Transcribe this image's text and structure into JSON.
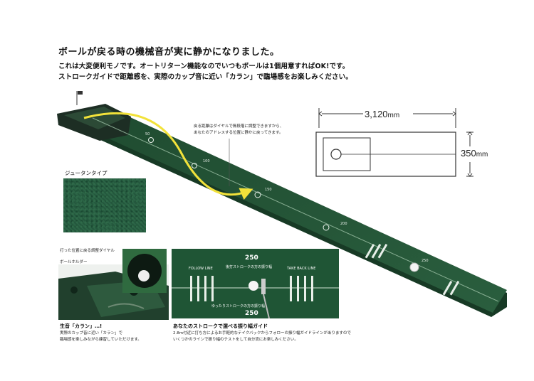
{
  "headline": "ボールが戻る時の機械音が実に静かになりました。",
  "sub_lines": [
    "これは大変便利モノです。オートリターン機能なのでいつもボールは1個用意すればOK!です。",
    "ストロークガイドで距離感を、実際のカップ音に近い「カラン」で臨場感をお楽しみください。"
  ],
  "return_note": [
    "戻る距離はダイヤルで無段階に調整できますから、",
    "あなたのアドレスする位置に静かに戻ってきます。"
  ],
  "mat_marks": [
    "50",
    "100",
    "150",
    "200",
    "250"
  ],
  "dims": {
    "length": "3,120",
    "width": "350",
    "unit": "mm"
  },
  "carpet_label": "ジュータンタイプ",
  "dial_label": "打った位置に戻る調整ダイヤル",
  "holder_label": "ボールホルダー",
  "karan": {
    "title": "生音「カラン」…!",
    "lines": [
      "実際のカップ音に近い「カラン」で",
      "臨場感を楽しみながら練習していただけます。"
    ]
  },
  "closeup": {
    "top_num": "250",
    "bottom_num": "250",
    "follow": "FOLLOW LINE",
    "takeback": "TAKE BACK LINE",
    "top_note": "後打ストロークの方の振り幅",
    "bottom_note": "ゆったりストロークの方の振り幅"
  },
  "stroke": {
    "title": "あなたのストロークで選べる振り幅ガイド",
    "lines": [
      "2.8m付近に打ち方によるお手軽的なテイクバックからフォローの振り幅ガイドラインがありますので",
      "いくつかのラインで振り幅のテストをして自分流にお楽しみください。"
    ]
  }
}
